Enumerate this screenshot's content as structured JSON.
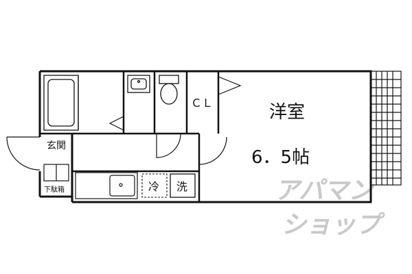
{
  "floorplan": {
    "rooms": {
      "western_room_name": "洋室",
      "western_room_size": "6．5帖",
      "closet": "ＣＬ",
      "entrance": "玄関",
      "shoe_cabinet": "下駄箱",
      "fridge": "冷",
      "washer": "洗"
    },
    "watermark": {
      "line1": "アパマン",
      "line2": "ショップ"
    },
    "colors": {
      "line": "#111111",
      "watermark": "#c9c9c9",
      "background": "#ffffff"
    }
  }
}
